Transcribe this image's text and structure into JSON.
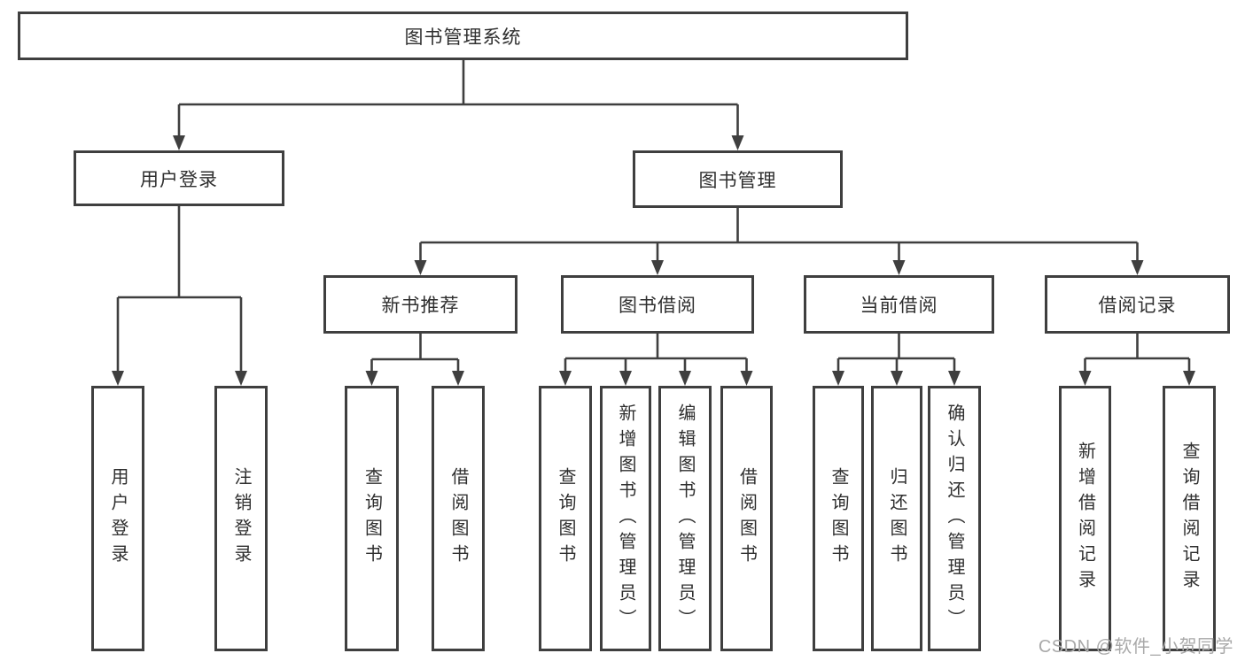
{
  "colors": {
    "background": "#ffffff",
    "line": "#3f3f3f",
    "box_border": "#3f3f3f",
    "text": "#2f2f2f",
    "watermark": "#a9a9a9"
  },
  "diagram": {
    "type": "tree",
    "root": {
      "label": "图书管理系统"
    },
    "branches": [
      {
        "label": "用户登录",
        "children": [
          {
            "label": "用户登录"
          },
          {
            "label": "注销登录"
          }
        ]
      },
      {
        "label": "图书管理",
        "children": [
          {
            "label": "新书推荐",
            "children": [
              {
                "label": "查询图书"
              },
              {
                "label": "借阅图书"
              }
            ]
          },
          {
            "label": "图书借阅",
            "children": [
              {
                "label": "查询图书"
              },
              {
                "label": "新增图书（管理员）"
              },
              {
                "label": "编辑图书（管理员）"
              },
              {
                "label": "借阅图书"
              }
            ]
          },
          {
            "label": "当前借阅",
            "children": [
              {
                "label": "查询图书"
              },
              {
                "label": "归还图书"
              },
              {
                "label": "确认归还（管理员）"
              }
            ]
          },
          {
            "label": "借阅记录",
            "children": [
              {
                "label": "新增借阅记录"
              },
              {
                "label": "查询借阅记录"
              }
            ]
          }
        ]
      }
    ]
  },
  "watermark": {
    "text": "CSDN @软件_小贺同学"
  }
}
